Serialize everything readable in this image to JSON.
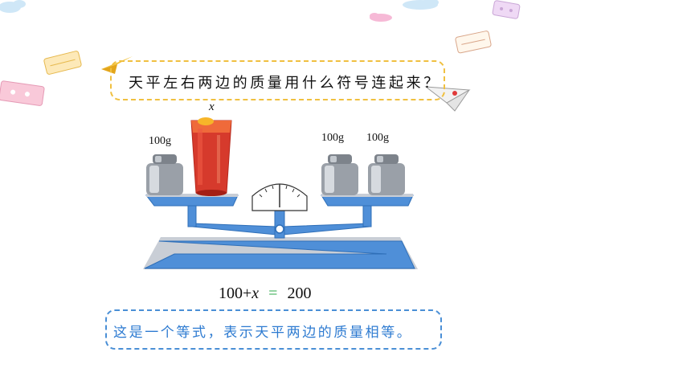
{
  "question": "天平左右两边的质量用什么符号连起来？",
  "left_pan": {
    "weight_label": "100g",
    "drink_label": "x"
  },
  "right_pan": {
    "weight_labels": [
      "100g",
      "100g"
    ]
  },
  "equation": {
    "left_number": "100+",
    "variable": "x",
    "operator": "=",
    "right": "200"
  },
  "explanation": "这是一个等式，表示天平两边的质量相等。",
  "colors": {
    "question_border": "#f0c040",
    "answer_border": "#4a8fd6",
    "answer_text": "#2e7bd1",
    "equals": "#2ea84a",
    "balance": "#4f8fd8"
  }
}
